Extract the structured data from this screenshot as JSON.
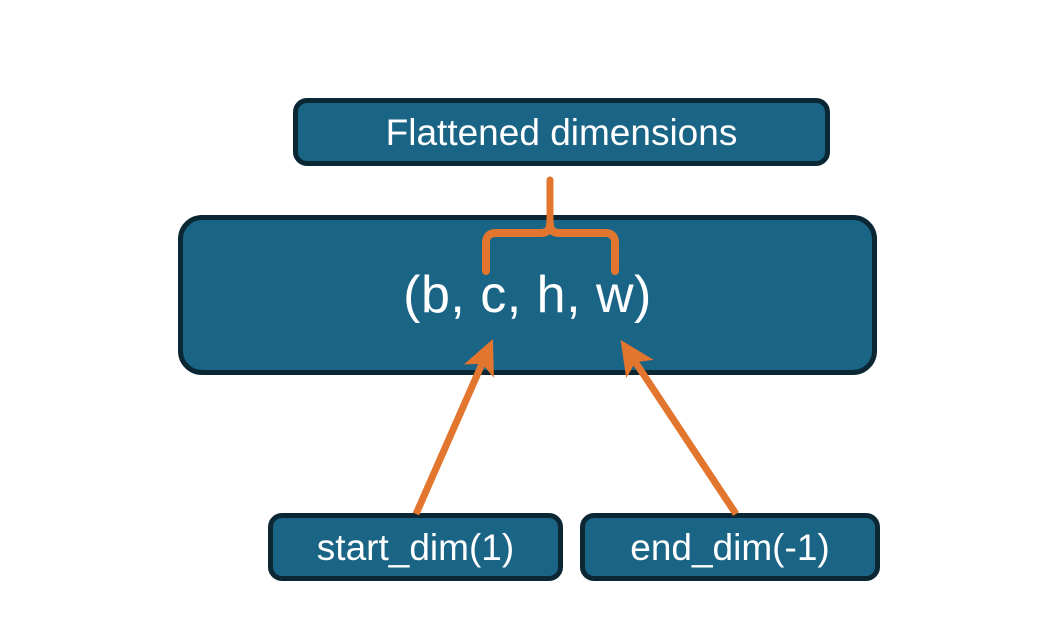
{
  "diagram": {
    "title_text": "Flattened dimensions",
    "background_color": "#ffffff",
    "node_fill_color": "#1a6485",
    "node_border_color": "#0b2733",
    "node_text_color": "#ffffff",
    "connector_color": "#e2762e",
    "nodes": [
      {
        "id": "flattened",
        "label": "Flattened dimensions"
      },
      {
        "id": "shape",
        "label": "(b, c, h, w)"
      },
      {
        "id": "start_dim",
        "label": "start_dim(1)"
      },
      {
        "id": "end_dim",
        "label": "end_dim(-1)"
      }
    ],
    "connectors": [
      {
        "id": "brace-to-flattened",
        "type": "curly-brace",
        "from": "shape-inner-dims",
        "to": "flattened",
        "spans_tokens": [
          "c",
          "h"
        ]
      },
      {
        "id": "start-dim-arrow",
        "type": "arrow",
        "from": "start_dim",
        "to": "shape-token-c"
      },
      {
        "id": "end-dim-arrow",
        "type": "arrow",
        "from": "end_dim",
        "to": "shape-token-w"
      }
    ]
  }
}
